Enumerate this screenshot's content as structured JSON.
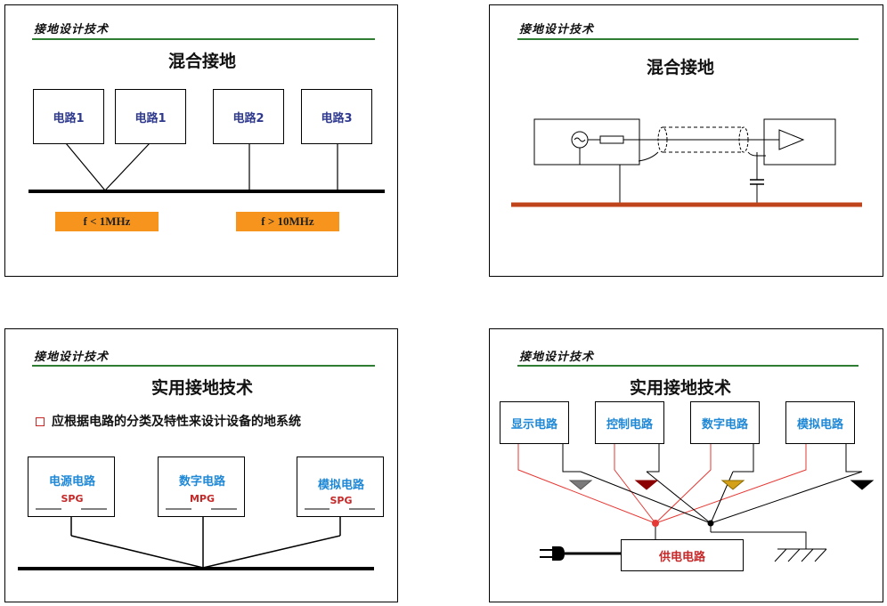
{
  "header_text": "接地设计技术",
  "slide1": {
    "title": "混合接地",
    "circuits": [
      "电路1",
      "电路1",
      "电路2",
      "电路3"
    ],
    "tags": [
      "f < 1MHz",
      "f > 10MHz"
    ],
    "colors": {
      "tag": "#f7941d",
      "label": "#2f3a8f"
    }
  },
  "slide2": {
    "title": "混合接地",
    "colors": {
      "ground_bar": "#c0441b"
    }
  },
  "slide3": {
    "title": "实用接地技术",
    "bullet": "应根据电路的分类及特性来设计设备的地系统",
    "circuits": [
      {
        "name": "电源电路",
        "code": "SPG"
      },
      {
        "name": "数字电路",
        "code": "MPG"
      },
      {
        "name": "模拟电路",
        "code": "SPG"
      }
    ]
  },
  "slide4": {
    "title": "实用接地技术",
    "circuits": [
      "显示电路",
      "控制电路",
      "数字电路",
      "模拟电路"
    ],
    "supply": "供电电路",
    "colors": {
      "ground_symbols": [
        "#7a7a7a",
        "#8b0000",
        "#d4a017",
        "#000000"
      ],
      "wire_red": "#e53935"
    }
  }
}
